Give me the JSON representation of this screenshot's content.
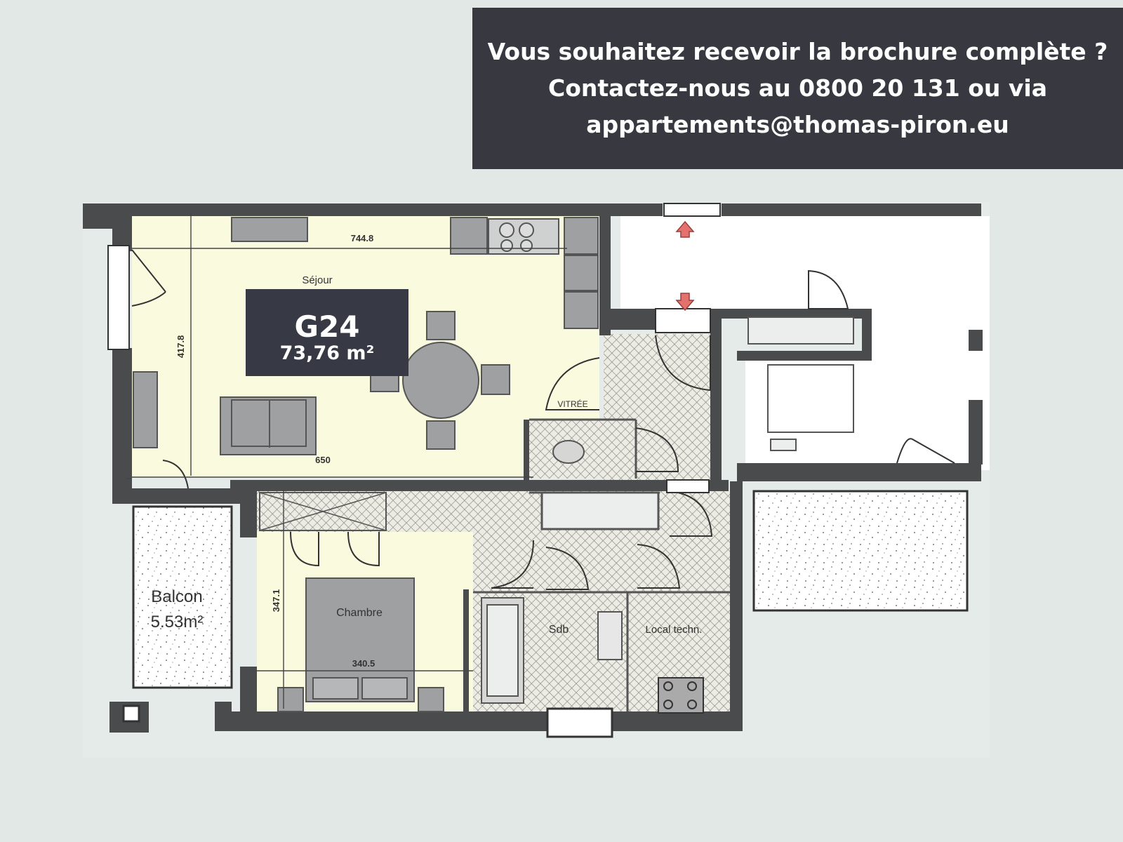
{
  "banner": {
    "line1": "Vous souhaitez recevoir la brochure complète ?",
    "line2": "Contactez-nous au 0800 20 131 ou via",
    "line3": "appartements@thomas-piron.eu"
  },
  "unit": {
    "code": "G24",
    "area": "73,76 m²"
  },
  "rooms": {
    "sejour": "Séjour",
    "chambre": "Chambre",
    "sdb": "Sdb",
    "local": "Local techn.",
    "balcon": "Balcon",
    "balcon_area": "5.53m²",
    "vitree": "VITRÉE"
  },
  "dimensions": {
    "d1": "744.8",
    "d2": "417.8",
    "d3": "650",
    "d4": "347.1",
    "d5": "340.5"
  },
  "colors": {
    "banner_bg": "#383940",
    "page_bg": "#e1e8e5",
    "living_fill": "#fafadf",
    "wall": "#4a4b4d",
    "furniture": "#9ea0a2"
  }
}
